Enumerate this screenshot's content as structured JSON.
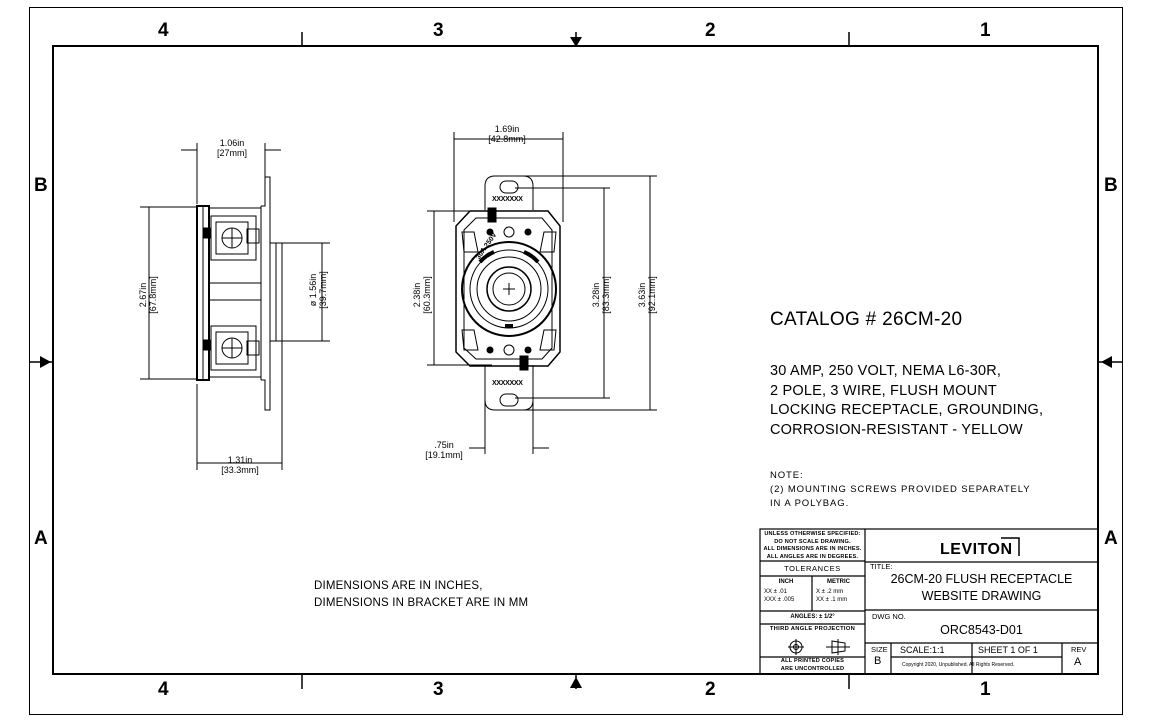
{
  "zones": {
    "columns": [
      "4",
      "3",
      "2",
      "1"
    ],
    "rows": [
      "B",
      "A"
    ]
  },
  "dimensions": {
    "side_width": {
      "inch": "1.06in",
      "mm": "[27mm]"
    },
    "side_height": {
      "inch": "2.67in",
      "mm": "[67.8mm]"
    },
    "side_diameter": {
      "inch": "ø 1.56in",
      "mm": "[39.7mm]"
    },
    "side_depth": {
      "inch": "1.31in",
      "mm": "[33.3mm]"
    },
    "front_width": {
      "inch": "1.69in",
      "mm": "[42.8mm]"
    },
    "front_inner_height": {
      "inch": "2.38in",
      "mm": "[60.3mm]"
    },
    "front_hole_spacing": {
      "inch": "3.28in",
      "mm": "[83.3mm]"
    },
    "front_overall_height": {
      "inch": "3.63in",
      "mm": "[92.1mm]"
    },
    "front_ear_width": {
      "inch": ".75in",
      "mm": "[19.1mm]"
    }
  },
  "catalog_title": "CATALOG # 26CM-20",
  "description_lines": [
    "30 AMP, 250 VOLT, NEMA L6-30R,",
    "2 POLE, 3 WIRE, FLUSH MOUNT",
    "LOCKING RECEPTACLE, GROUNDING,",
    "CORROSION-RESISTANT - YELLOW"
  ],
  "note_lines": [
    "NOTE:",
    "(2) MOUNTING SCREWS PROVIDED SEPARATELY",
    "IN A POLYBAG."
  ],
  "units_lines": [
    "DIMENSIONS ARE IN INCHES,",
    "DIMENSIONS IN BRACKET ARE IN MM"
  ],
  "receptacle_marking": "XXXXXXX",
  "face_marking": "30A 250V",
  "title_block": {
    "spec_lines": [
      "UNLESS OTHERWISE SPECIFIED:",
      "DO NOT SCALE DRAWING.",
      "ALL DIMENSIONS ARE IN INCHES.",
      "ALL ANGLES ARE IN DEGREES."
    ],
    "tolerances_label": "TOLERANCES",
    "inch_label": "INCH",
    "metric_label": "METRIC",
    "inch_rows": [
      "XX  ± .01",
      "XXX ± .005"
    ],
    "metric_rows": [
      "X    ± .2 mm",
      "XX  ± .1 mm"
    ],
    "angles": "ANGLES: ± 1/2°",
    "projection": "THIRD ANGLE PROJECTION",
    "uncontrolled_lines": [
      "ALL PRINTED COPIES",
      "ARE UNCONTROLLED"
    ],
    "logo": "LEVITON",
    "title_label": "TITLE:",
    "title_lines": [
      "26CM-20 FLUSH RECEPTACLE",
      "WEBSITE DRAWING"
    ],
    "dwg_label": "DWG NO.",
    "dwg_no": "ORC8543-D01",
    "size_label": "SIZE",
    "size": "B",
    "scale": "SCALE:1:1",
    "sheet": "SHEET 1 OF 1",
    "rev_label": "REV",
    "rev": "A",
    "copyright": "Copyright 2020, Unpublished. All Rights Reserved."
  }
}
